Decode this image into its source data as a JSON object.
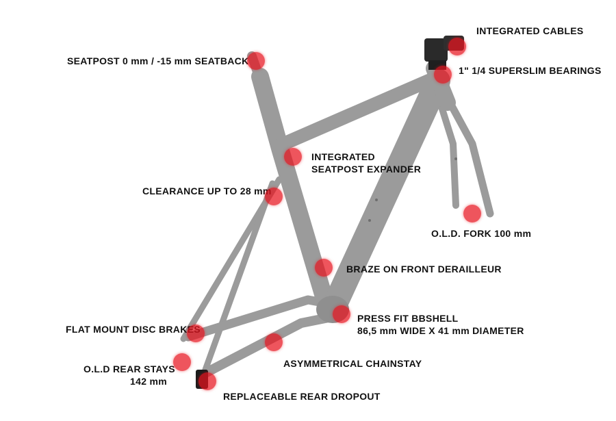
{
  "callouts": {
    "integrated_cables": "INTEGRATED CABLES",
    "bearings": "1\" 1/4 SUPERSLIM BEARINGS",
    "seatpost": "SEATPOST 0 mm / -15 mm SEATBACK",
    "seatpost_expander": [
      "INTEGRATED",
      "SEATPOST EXPANDER"
    ],
    "clearance": "CLEARANCE UP TO 28 mm",
    "old_fork": "O.L.D. FORK 100 mm",
    "front_derailleur": "BRAZE ON FRONT DERAILLEUR",
    "bbshell": [
      "PRESS FIT BBSHELL",
      "86,5 mm WIDE X 41 mm DIAMETER"
    ],
    "disc_brakes": "FLAT MOUNT DISC BRAKES",
    "rear_stays": [
      "O.L.D REAR STAYS",
      "142 mm"
    ],
    "chainstay": "ASYMMETRICAL CHAINSTAY",
    "rear_dropout": "REPLACEABLE REAR DROPOUT"
  },
  "colors": {
    "frame": "#9b9b9b",
    "frame_shadow": "#858585",
    "hotspot": "#e8141e",
    "text": "#111111"
  }
}
